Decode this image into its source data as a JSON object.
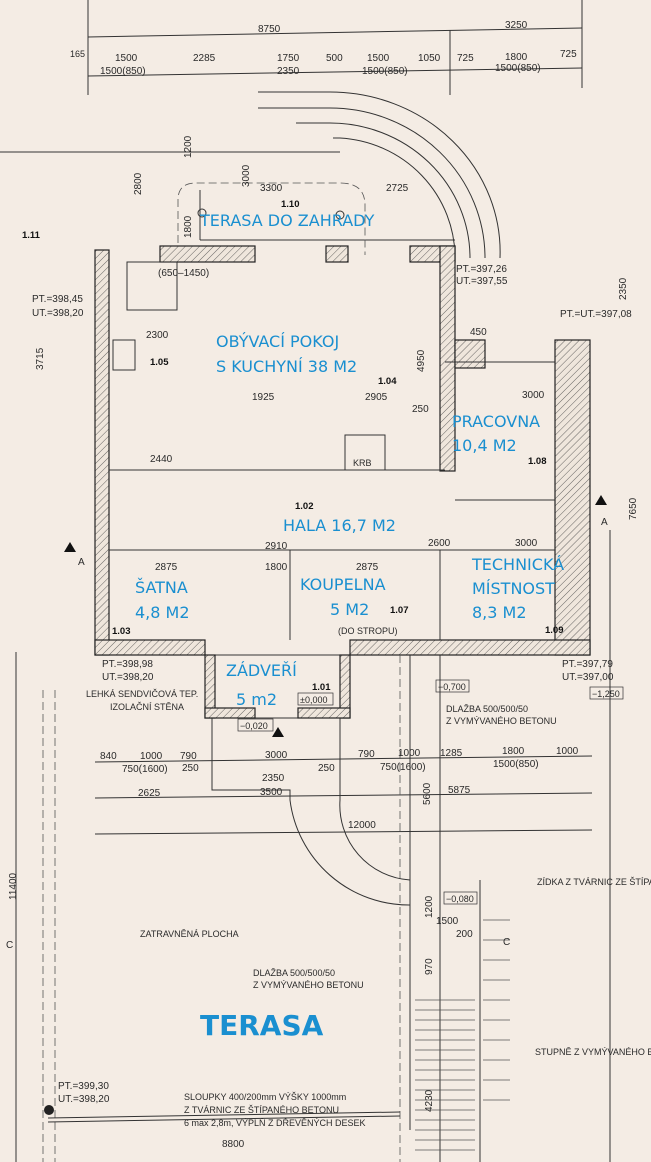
{
  "rooms": {
    "terasa_zahrady": "TERASA DO ZAHRADY",
    "obyvaci_1": "OBÝVACÍ POKOJ",
    "obyvaci_2": "S KUCHYNÍ 38 M2",
    "pracovna_1": "PRACOVNA",
    "pracovna_2": "10,4 M2",
    "hala": "HALA 16,7 M2",
    "technicka_1": "TECHNICKÁ",
    "technicka_2": "MÍSTNOST",
    "technicka_3": "8,3 M2",
    "satna_1": "ŠATNA",
    "satna_2": "4,8 M2",
    "koupelna_1": "KOUPELNA",
    "koupelna_2": "5 M2",
    "zadveri_1": "ZÁDVEŘÍ",
    "zadveri_2": "5 m2",
    "terasa": "TERASA"
  },
  "room_numbers": [
    "1.10",
    "1.11",
    "1.05",
    "1.04",
    "1.08",
    "1.02",
    "1.03",
    "1.07",
    "1.09",
    "1.01"
  ],
  "levels": {
    "pt1": "PT.=397,26",
    "ut1": "UT.=397,55",
    "pt2": "PT.=398,45",
    "ut2": "UT.=398,20",
    "ptut3": "PT.=UT.=397,08",
    "pt4": "PT.=398,98",
    "ut4": "UT.=398,20",
    "pt5": "PT.=397,79",
    "ut5": "UT.=397,00",
    "pt6": "PT.=399,30",
    "ut6": "UT.=398,20",
    "z0": "±0,000",
    "z1": "−0,020",
    "z2": "−0,700",
    "z3": "−1,250",
    "z4": "−0,080"
  },
  "notes": {
    "sendvic_1": "LEHKÁ SENDVIČOVÁ TEP.",
    "sendvic_2": "IZOLAČNÍ STĚNA",
    "dlazba_1": "DLAŽBA 500/500/50",
    "dlazba_2": "Z VYMÝVANÉHO BETONU",
    "zidka": "ZÍDKA Z TVÁRNIC ZE ŠTÍPANÉ",
    "zatravnena": "ZATRAVNĚNÁ PLOCHA",
    "stupne": "STUPNĚ Z VYMÝVANÉHO BETONU",
    "sloupky_1": "SLOUPKY 400/200mm VÝŠKY 1000mm",
    "sloupky_2": "Z TVÁRNIC ZE ŠTÍPANÉHO BETONU",
    "sloupky_3": "6 max 2,8m, VÝPLŇ Z DŘEVĚNÝCH DESEK",
    "do_stropu": "(DO STROPU)",
    "krb": "KRB",
    "section_a": "A",
    "section_c": "C"
  },
  "dims": [
    "8750",
    "3250",
    "165",
    "1500",
    "2285",
    "1750",
    "500",
    "1500",
    "1050",
    "725",
    "1800",
    "725",
    "1500(850)",
    "2350",
    "1500(850)",
    "1500(850)",
    "3300",
    "2725",
    "(650–1450)",
    "2300",
    "450",
    "3000",
    "1925",
    "2905",
    "250",
    "2440",
    "2910",
    "2600",
    "2875",
    "1800",
    "2875",
    "3000",
    "840",
    "1000",
    "790",
    "3000",
    "790",
    "1000",
    "1285",
    "1800",
    "1000",
    "750(1600)",
    "250",
    "250",
    "750(1600)",
    "1500(850)",
    "2350",
    "2625",
    "3500",
    "5875",
    "12000",
    "1500",
    "200",
    "8800",
    "2800",
    "3000",
    "1800",
    "1200",
    "4950",
    "3715",
    "2350",
    "7650",
    "5600",
    "11400",
    "4230",
    "970",
    "1200"
  ]
}
